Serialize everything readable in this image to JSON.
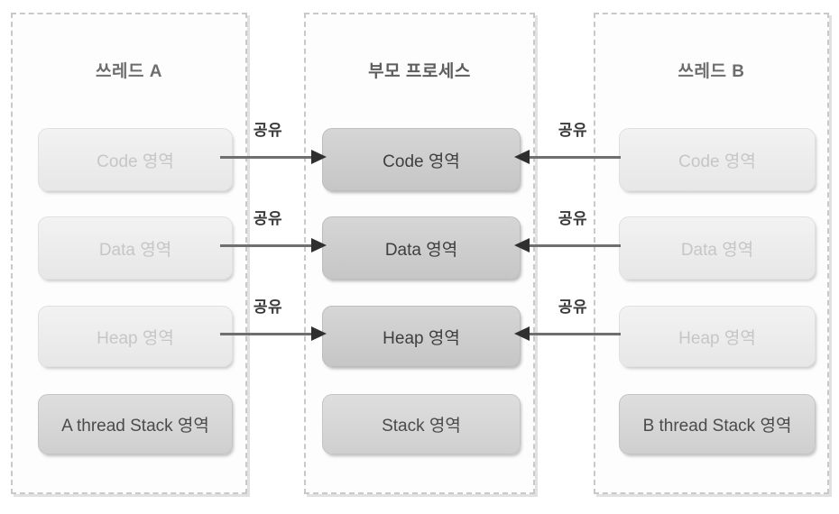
{
  "diagram": {
    "title_semantic": "multithread-memory-sharing-diagram",
    "colors": {
      "page_background": "#ffffff",
      "panel_background": "#fdfdfd",
      "panel_border": "#c9c9c9",
      "pale_box_fill": "#ececec",
      "pale_box_text": "#c6c6c6",
      "mid_box_fill": "#d6d6d6",
      "dark_box_fill": "#cdcdcd",
      "dark_box_text": "#3f3f3f",
      "arrow_color": "#6f6f6f",
      "arrow_head_color": "#2f2f2f",
      "label_text": "#3a3a3a",
      "title_text": "#6d6d6d"
    }
  },
  "panels": {
    "left": {
      "title": "쓰레드 A",
      "boxes": [
        {
          "label": "Code 영역",
          "style": "pale"
        },
        {
          "label": "Data 영역",
          "style": "pale"
        },
        {
          "label": "Heap 영역",
          "style": "pale"
        },
        {
          "label": "A thread Stack 영역",
          "style": "mid"
        }
      ]
    },
    "middle": {
      "title": "부모 프로세스",
      "boxes": [
        {
          "label": "Code 영역",
          "style": "dark"
        },
        {
          "label": "Data 영역",
          "style": "dark"
        },
        {
          "label": "Heap 영역",
          "style": "dark"
        },
        {
          "label": "Stack 영역",
          "style": "mid"
        }
      ]
    },
    "right": {
      "title": "쓰레드 B",
      "boxes": [
        {
          "label": "Code 영역",
          "style": "pale"
        },
        {
          "label": "Data 영역",
          "style": "pale"
        },
        {
          "label": "Heap 영역",
          "style": "pale"
        },
        {
          "label": "B thread Stack 영역",
          "style": "mid"
        }
      ]
    }
  },
  "arrows": {
    "left_to_parent": [
      {
        "label": "공유",
        "direction": "right",
        "row": "Code"
      },
      {
        "label": "공유",
        "direction": "right",
        "row": "Data"
      },
      {
        "label": "공유",
        "direction": "right",
        "row": "Heap"
      }
    ],
    "right_to_parent": [
      {
        "label": "공유",
        "direction": "left",
        "row": "Code"
      },
      {
        "label": "공유",
        "direction": "left",
        "row": "Data"
      },
      {
        "label": "공유",
        "direction": "left",
        "row": "Heap"
      }
    ]
  }
}
